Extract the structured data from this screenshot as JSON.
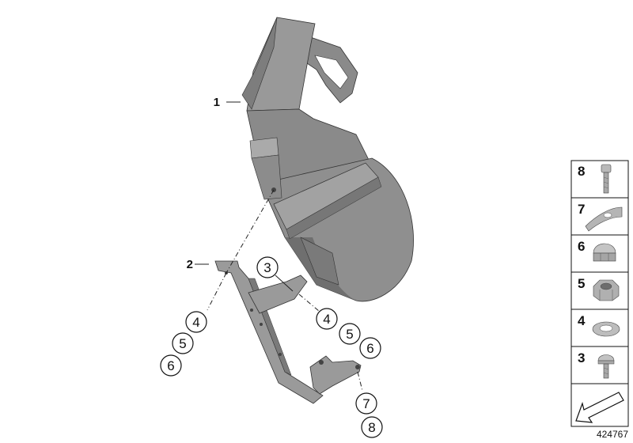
{
  "callouts": {
    "part1": "1",
    "part2": "2",
    "c3": "3",
    "c4_left": "4",
    "c5_left": "5",
    "c6_left": "6",
    "c4_right": "4",
    "c5_right": "5",
    "c6_right": "6",
    "c7": "7",
    "c8": "8"
  },
  "legend": {
    "items": [
      {
        "number": "8",
        "icon": "bolt-icon"
      },
      {
        "number": "7",
        "icon": "washer-curved-icon"
      },
      {
        "number": "6",
        "icon": "cap-nut-icon"
      },
      {
        "number": "5",
        "icon": "hex-nut-icon"
      },
      {
        "number": "4",
        "icon": "flat-washer-icon"
      },
      {
        "number": "3",
        "icon": "pan-head-screw-icon"
      }
    ],
    "footer_icon": "arrow-icon"
  },
  "reference_number": "424767",
  "colors": {
    "part_body": "#8a8a8a",
    "part_shadow": "#6e6e6e",
    "part_light": "#a3a3a3",
    "outline": "#222222"
  }
}
